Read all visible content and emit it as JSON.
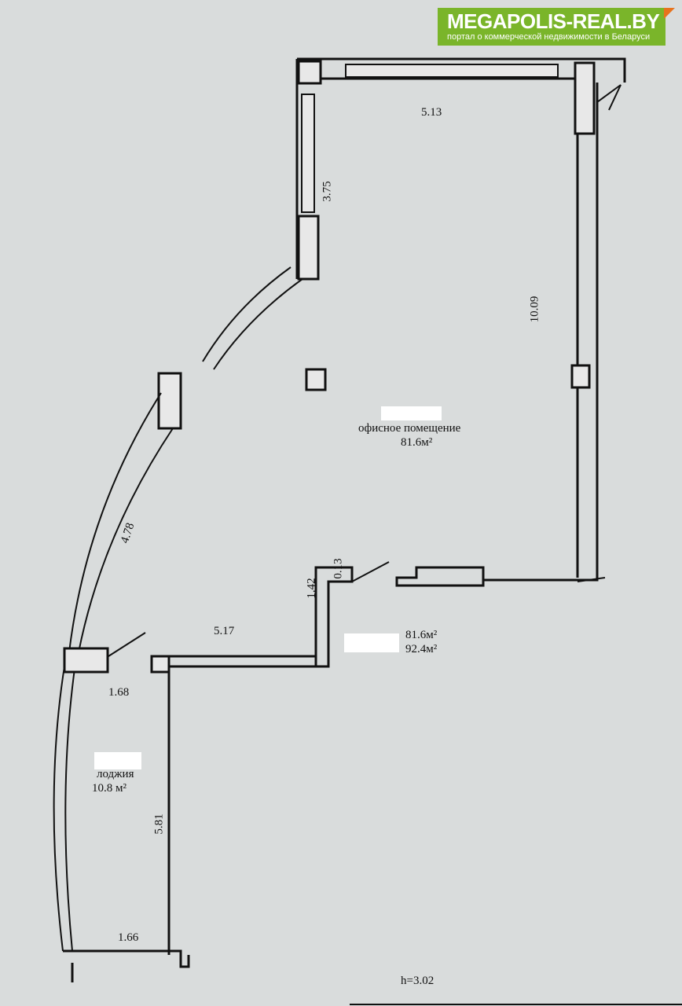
{
  "logo": {
    "title": "MEGAPOLIS-REAL.BY",
    "subtitle": "портал о коммерческой недвижимости в Беларуси",
    "color": "#7ab52a",
    "accent": "#e8731c"
  },
  "plan": {
    "dimensions": {
      "top_width": "5.13",
      "upper_left": "3.75",
      "right_height": "10.09",
      "curve_left": "4.78",
      "step_width": "0.13",
      "step_height": "1.42",
      "corridor_width": "5.17",
      "loggia_top": "1.68",
      "loggia_height": "5.81",
      "loggia_bottom": "1.66"
    },
    "rooms": [
      {
        "name": "офисное помещение",
        "area": "81.6м²"
      },
      {
        "name": "лоджия",
        "area": "10.8 м²"
      }
    ],
    "totals": {
      "area_main": "81.6м²",
      "area_total": "92.4м²"
    },
    "ceiling_height": "h=3.02"
  }
}
